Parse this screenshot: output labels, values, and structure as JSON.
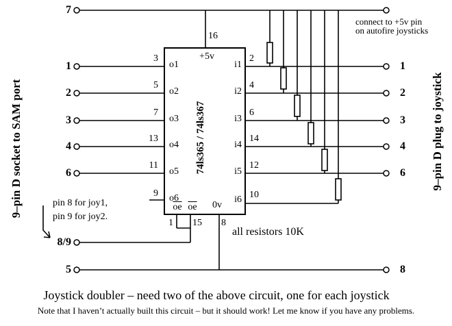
{
  "title": "Joystick doubler – need two of the above circuit, one for each joystick",
  "note": "Note that I haven’t actually built this circuit – but it should work! Let me know if you have any problems.",
  "resistor_note": "all resistors 10K",
  "sam_side": {
    "rotated_label": "9–pin D socket to SAM port",
    "top_pin": "7",
    "rows": [
      {
        "pin": "1"
      },
      {
        "pin": "2"
      },
      {
        "pin": "3"
      },
      {
        "pin": "4"
      },
      {
        "pin": "6"
      }
    ],
    "select_pin": "8/9",
    "ground_pin": "5",
    "joy_note_line1": "pin 8 for joy1,",
    "joy_note_line2": "pin 9 for joy2."
  },
  "joystick_side": {
    "rotated_label": "9–pin D plug to joystick",
    "rows": [
      {
        "pin": "1"
      },
      {
        "pin": "2"
      },
      {
        "pin": "3"
      },
      {
        "pin": "4"
      },
      {
        "pin": "6"
      }
    ],
    "ground_pin": "8",
    "autofire_note_line1": "connect to +5v pin",
    "autofire_note_line2": "on autofire joysticks"
  },
  "chip": {
    "name": "74ls365 / 74ls367",
    "supply_label": "+5v",
    "supply_pin": "16",
    "ground_label": "0v",
    "ground_pin": "8",
    "oe_label": "oe",
    "oe_pin_left": "1",
    "oe_pin_right": "15",
    "outputs": [
      {
        "label": "o1",
        "pin": "3"
      },
      {
        "label": "o2",
        "pin": "5"
      },
      {
        "label": "o3",
        "pin": "7"
      },
      {
        "label": "o4",
        "pin": "13"
      },
      {
        "label": "o5",
        "pin": "11"
      },
      {
        "label": "o6",
        "pin": "9"
      }
    ],
    "inputs": [
      {
        "label": "i1",
        "pin": "2"
      },
      {
        "label": "i2",
        "pin": "4"
      },
      {
        "label": "i3",
        "pin": "6"
      },
      {
        "label": "i4",
        "pin": "14"
      },
      {
        "label": "i5",
        "pin": "12"
      },
      {
        "label": "i6",
        "pin": "10"
      }
    ]
  }
}
